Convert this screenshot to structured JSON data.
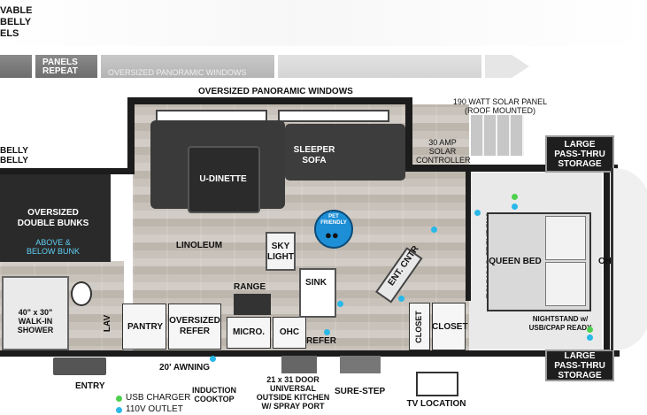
{
  "banner": {
    "label_top_left": [
      "VABLE",
      "BELLY",
      "ELS"
    ],
    "panels_repeat": [
      "PANELS",
      "REPEAT"
    ],
    "oversized_windows": "OVERSIZED PANORAMIC WINDOWS"
  },
  "labels": {
    "oversized_windows_top": "OVERSIZED PANORAMIC WINDOWS",
    "solar_panel": [
      "190 WATT SOLAR PANEL",
      "(ROOF MOUNTED)"
    ],
    "solar_controller": [
      "30 AMP",
      "SOLAR",
      "CONTROLLER"
    ],
    "pass_thru_top": [
      "LARGE",
      "PASS-THRU",
      "STORAGE"
    ],
    "pass_thru_bottom": [
      "LARGE",
      "PASS-THRU",
      "STORAGE"
    ],
    "belly_left": [
      "BELLY",
      "BELLY"
    ],
    "u_dinette": "U-DINETTE",
    "sleeper_sofa": [
      "SLEEPER",
      "SOFA"
    ],
    "bunks": [
      "OVERSIZED",
      "DOUBLE BUNKS"
    ],
    "above_below": [
      "ABOVE &",
      "BELOW BUNK"
    ],
    "linoleum": "LINOLEUM",
    "skylight": [
      "SKY",
      "LIGHT"
    ],
    "pet_friendly": [
      "PET",
      "FRIENDLY"
    ],
    "ent_cntr": "ENT. CNTR",
    "underbed_storage": "UNDERBED STORAGE",
    "queen_bed": "QUEEN BED",
    "ohc_bedroom": "OHC",
    "shower": [
      "40\" x 30\"",
      "WALK-IN",
      "SHOWER"
    ],
    "lav": "LAV",
    "pantry": "PANTRY",
    "refer_oversized": [
      "OVERSIZED",
      "REFER"
    ],
    "range": "RANGE",
    "micro": "MICRO.",
    "ohc_kitchen": "OHC",
    "sink": "SINK",
    "refer": "REFER",
    "closet_vertical": "CLOSET",
    "closet": "CLOSET",
    "nightstand": [
      "NIGHTSTAND w/",
      "USB/CPAP READY"
    ],
    "awning": "20' AWNING",
    "entry": "ENTRY",
    "induction": [
      "INDUCTION",
      "COOKTOP"
    ],
    "outside_kitchen": [
      "21 x 31 DOOR",
      "UNIVERSAL",
      "OUTSIDE KITCHEN",
      "W/ SPRAY PORT"
    ],
    "sure_step": "SURE-STEP",
    "tv_location": "TV LOCATION"
  },
  "legend": {
    "usb": "USB CHARGER",
    "outlet": "110V OUTLET"
  },
  "colors": {
    "outlet": "#29b8e8",
    "usb": "#4fd14f",
    "wall": "#1c1c1c",
    "pet_badge": "#1d8fd6"
  }
}
